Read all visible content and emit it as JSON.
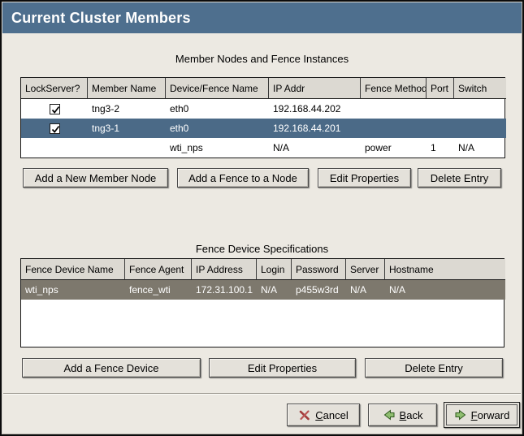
{
  "window": {
    "title": "Current Cluster Members"
  },
  "colors": {
    "titlebar_bg": "#4e6f8e",
    "selected_row_bg": "#4b6a87",
    "inactive_selected_row_bg": "#7d786d",
    "window_bg": "#ece9e2",
    "cancel_icon_color": "#a23b3b",
    "arrow_icon_fill": "#8fbe70",
    "arrow_icon_outline": "#2f5a1f"
  },
  "member_section": {
    "caption": "Member Nodes and Fence Instances",
    "columns": [
      "LockServer?",
      "Member Name",
      "Device/Fence Name",
      "IP Addr",
      "Fence Method",
      "Port",
      "Switch"
    ],
    "rows": [
      {
        "lockserver": true,
        "member_name": "tng3-2",
        "device_fence_name": "eth0",
        "ip_addr": "192.168.44.202",
        "fence_method": "",
        "port": "",
        "switch": "",
        "selected": false
      },
      {
        "lockserver": true,
        "member_name": "tng3-1",
        "device_fence_name": "eth0",
        "ip_addr": "192.168.44.201",
        "fence_method": "",
        "port": "",
        "switch": "",
        "selected": true
      },
      {
        "lockserver": false,
        "member_name": "",
        "device_fence_name": "wti_nps",
        "ip_addr": "N/A",
        "fence_method": "power",
        "port": "1",
        "switch": "N/A",
        "selected": false
      }
    ],
    "buttons": [
      "Add a New Member Node",
      "Add a Fence to a Node",
      "Edit Properties",
      "Delete Entry"
    ]
  },
  "fence_section": {
    "caption": "Fence Device Specifications",
    "columns": [
      "Fence Device Name",
      "Fence Agent",
      "IP Address",
      "Login",
      "Password",
      "Server",
      "Hostname"
    ],
    "rows": [
      {
        "fence_device_name": "wti_nps",
        "fence_agent": "fence_wti",
        "ip_address": "172.31.100.1",
        "login": "N/A",
        "password": "p455w3rd",
        "server": "N/A",
        "hostname": "N/A",
        "selected": true
      }
    ],
    "buttons": [
      "Add a Fence Device",
      "Edit Properties",
      "Delete Entry"
    ]
  },
  "footer": {
    "cancel": {
      "mnemonic": "C",
      "rest": "ancel",
      "icon": "red-x-icon"
    },
    "back": {
      "mnemonic": "B",
      "rest": "ack",
      "icon": "green-left-arrow-icon"
    },
    "forward": {
      "mnemonic": "F",
      "rest": "orward",
      "icon": "green-right-arrow-icon"
    }
  }
}
